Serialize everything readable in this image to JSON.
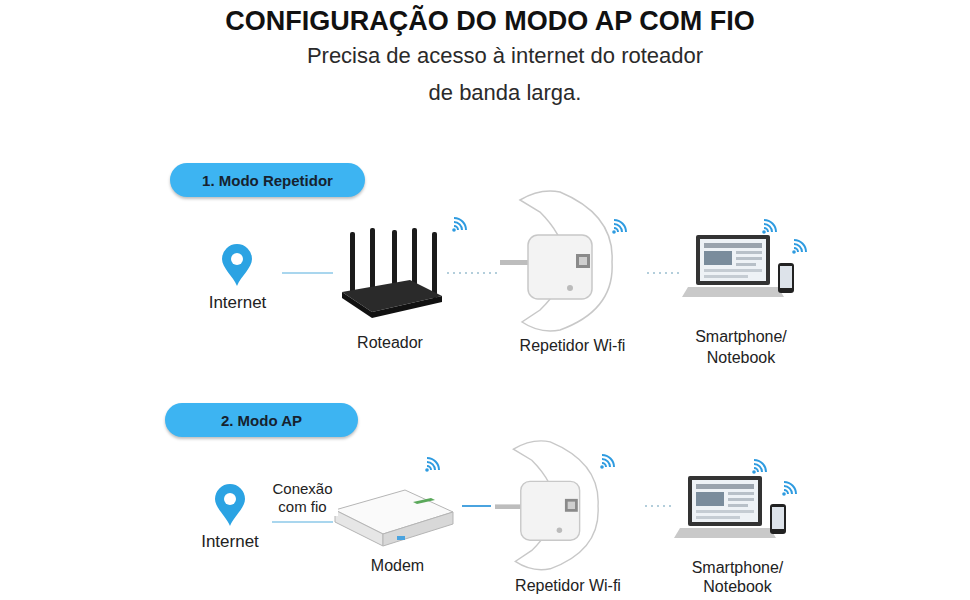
{
  "diagram": {
    "title": "CONFIGURAÇÃO DO MODO AP COM FIO",
    "nodes": [
      {
        "text": [
          "1. Modo Repetidor"
        ]
      },
      {
        "text": [
          "Internet"
        ]
      },
      {
        "text": [
          "Roteador"
        ]
      },
      {
        "text": [
          "Repetidor Wi-fi"
        ]
      },
      {
        "text": [
          "Smartphone/ Notebook"
        ]
      },
      {
        "text": [
          "2. Modo AP"
        ]
      },
      {
        "text": [
          "Internet"
        ]
      },
      {
        "text": [
          "Modem"
        ]
      },
      {
        "text": [
          "Repetidor Wi-fi"
        ]
      },
      {
        "text": [
          "Smartphone/ Notebook"
        ]
      }
    ],
    "edges": [
      {
        "from": 1,
        "to": 2,
        "arrow": "none"
      },
      {
        "from": 2,
        "to": 3,
        "arrow": "none"
      },
      {
        "from": 3,
        "to": 4,
        "arrow": "none"
      },
      {
        "from": 6,
        "to": 7,
        "label": "Conexão com fio",
        "arrow": "none"
      },
      {
        "from": 7,
        "to": 8,
        "arrow": "none"
      },
      {
        "from": 8,
        "to": 9,
        "arrow": "none"
      }
    ],
    "labels": [
      "Precisa de acesso à internet do roteador de banda larga."
    ]
  }
}
